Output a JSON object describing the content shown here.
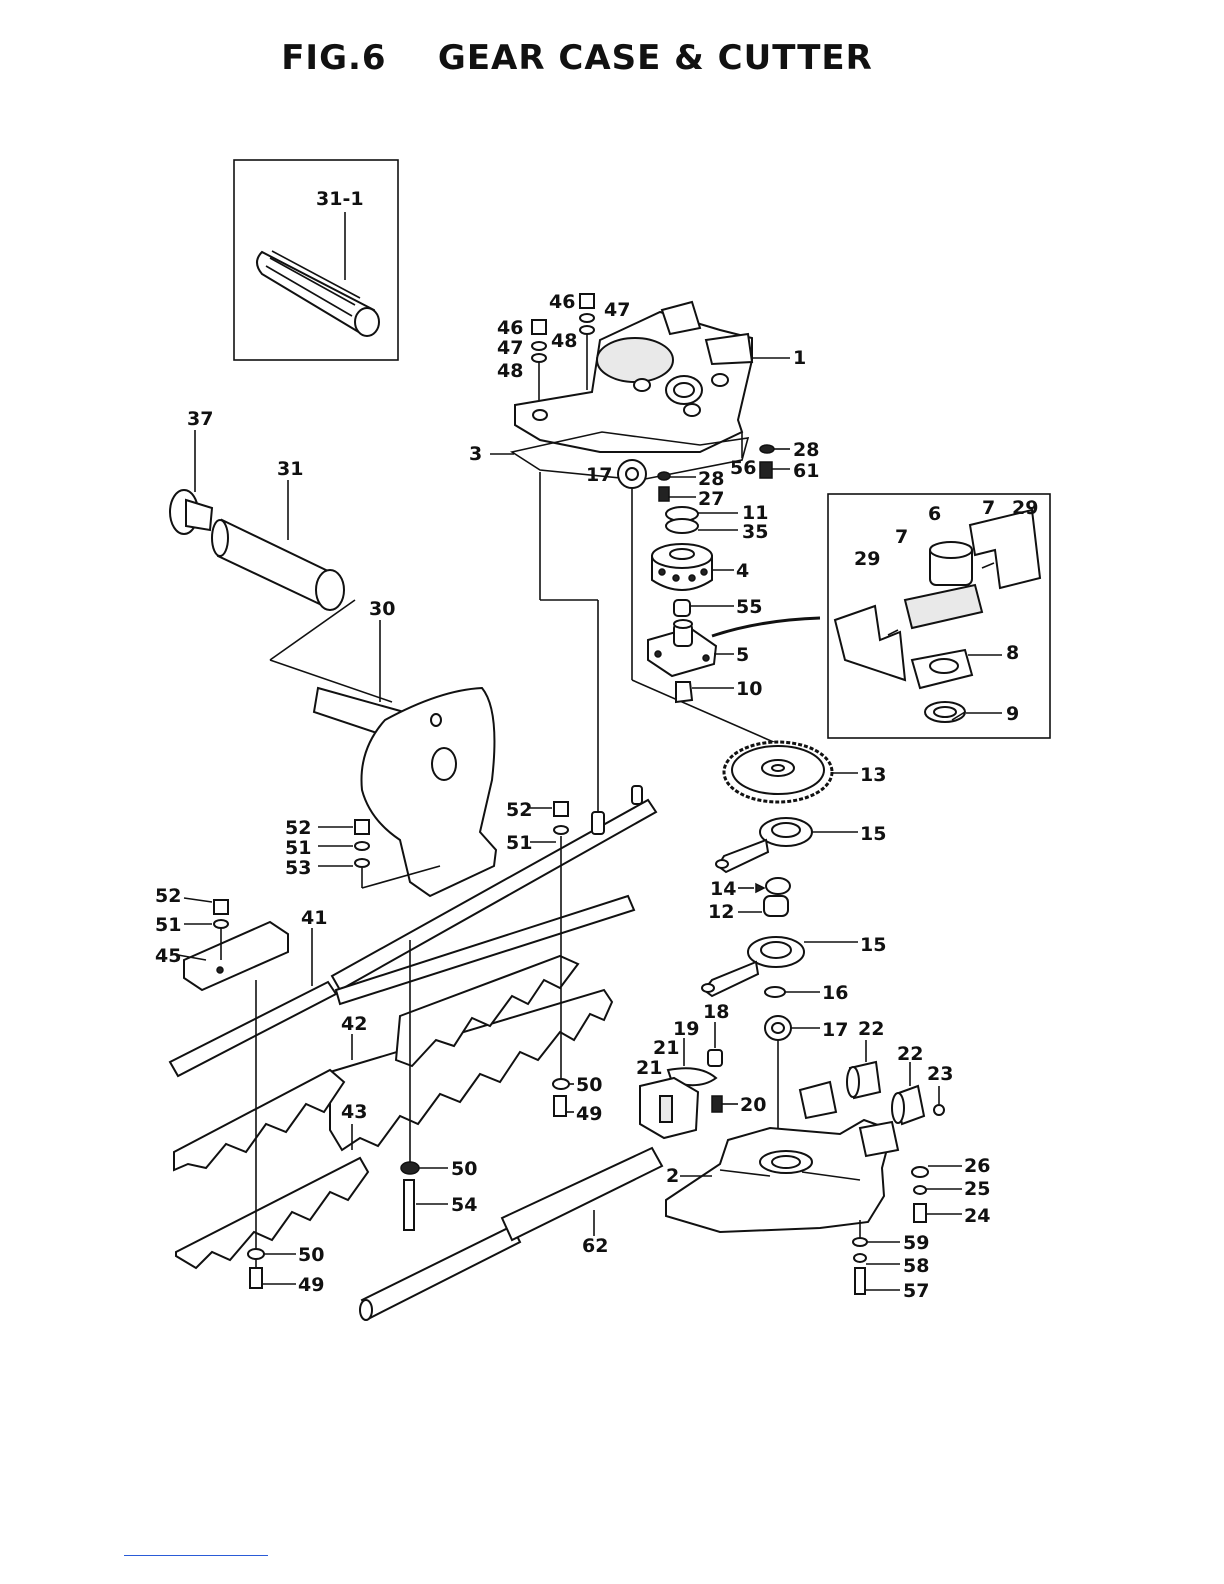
{
  "title": {
    "fig": "FIG.6",
    "name": "GEAR CASE & CUTTER"
  },
  "labels": {
    "p31_1": "31-1",
    "p37": "37",
    "p31": "31",
    "p30": "30",
    "p46a": "46",
    "p47a": "47",
    "p46b": "46",
    "p47b": "47",
    "p48a": "48",
    "p48b": "48",
    "p1": "1",
    "p3": "3",
    "p28a": "28",
    "p17a": "17",
    "p28b": "28",
    "p56": "56",
    "p61": "61",
    "p27": "27",
    "p11": "11",
    "p35": "35",
    "p4": "4",
    "p55": "55",
    "p5": "5",
    "p10": "10",
    "p6": "6",
    "p7a": "7",
    "p29a": "29",
    "p7b": "7",
    "p29b": "29",
    "p8": "8",
    "p9": "9",
    "p13": "13",
    "p15a": "15",
    "p14": "14",
    "p12": "12",
    "p15b": "15",
    "p16": "16",
    "p17b": "17",
    "p18": "18",
    "p19": "19",
    "p21a": "21",
    "p21b": "21",
    "p22a": "22",
    "p22b": "22",
    "p23": "23",
    "p20": "20",
    "p2": "2",
    "p26": "26",
    "p25": "25",
    "p24": "24",
    "p59": "59",
    "p58": "58",
    "p57": "57",
    "p52a": "52",
    "p51a": "51",
    "p53": "53",
    "p52b": "52",
    "p51b": "51",
    "p52c": "52",
    "p51c": "51",
    "p45": "45",
    "p41": "41",
    "p42": "42",
    "p43": "43",
    "p50a": "50",
    "p49a": "49",
    "p50b": "50",
    "p54": "54",
    "p50c": "50",
    "p49b": "49",
    "p62": "62"
  }
}
